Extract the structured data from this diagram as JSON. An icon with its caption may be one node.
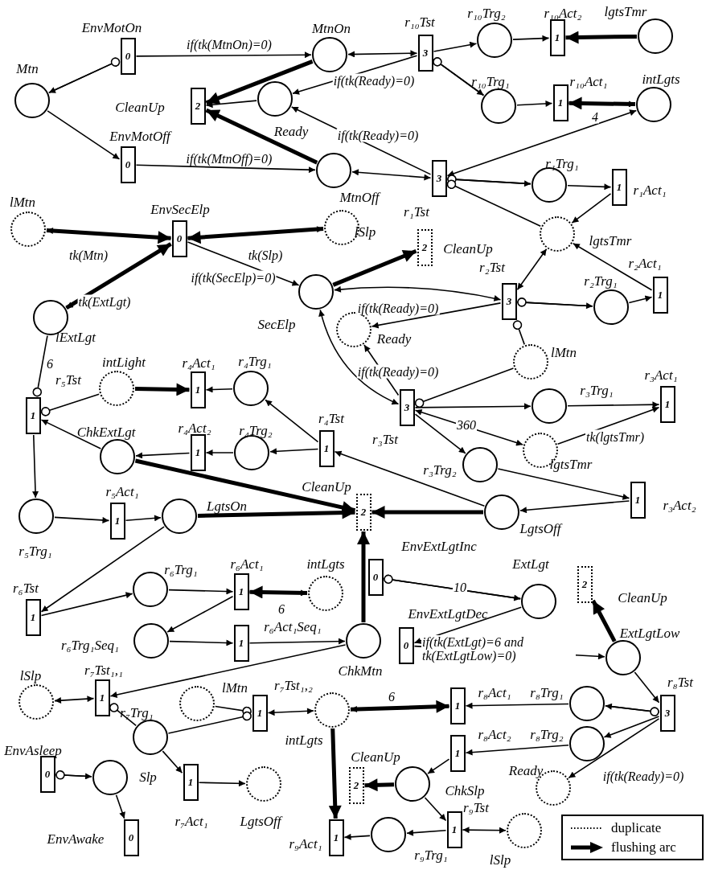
{
  "diagram": {
    "nodes": [
      {
        "text": [
          "EnvMotOn",
          "0"
        ]
      },
      {
        "text": [
          "MtnOn"
        ]
      },
      {
        "text": [
          "r₁₀Tst",
          "3"
        ]
      },
      {
        "text": [
          "r₁₀Trg₂"
        ]
      },
      {
        "text": [
          "r₁₀Act₂",
          "1"
        ]
      },
      {
        "text": [
          "lgtsTmr"
        ]
      },
      {
        "text": [
          "Mtn"
        ]
      },
      {
        "text": [
          "CleanUp",
          "2"
        ]
      },
      {
        "text": [
          "Ready"
        ]
      },
      {
        "text": [
          "r₁₀Trg₁"
        ]
      },
      {
        "text": [
          "r₁₀Act₁",
          "1"
        ]
      },
      {
        "text": [
          "intLgts"
        ]
      },
      {
        "text": [
          "EnvMotOff",
          "0"
        ]
      },
      {
        "text": [
          "MtnOff"
        ]
      },
      {
        "text": [
          "3",
          "r₁Tst"
        ]
      },
      {
        "text": [
          "r₁Trg₁"
        ]
      },
      {
        "text": [
          "1",
          "r₁Act₁"
        ]
      },
      {
        "text": [
          "lMtn"
        ]
      },
      {
        "text": [
          "EnvSecElp",
          "0"
        ]
      },
      {
        "text": [
          "lSlp"
        ]
      },
      {
        "text": [
          "2",
          "CleanUp"
        ]
      },
      {
        "text": [
          "lgtsTmr"
        ]
      },
      {
        "text": [
          "r₂Act₁",
          "1"
        ]
      },
      {
        "text": [
          "lExtLgt"
        ]
      },
      {
        "text": [
          "SecElp"
        ]
      },
      {
        "text": [
          "r₂Tst",
          "3"
        ]
      },
      {
        "text": [
          "r₂Trg₁"
        ]
      },
      {
        "text": [
          "Ready"
        ]
      },
      {
        "text": [
          "lMtn"
        ]
      },
      {
        "text": [
          "r₅Tst",
          "1"
        ]
      },
      {
        "text": [
          "intLight"
        ]
      },
      {
        "text": [
          "r₄Act₁",
          "1"
        ]
      },
      {
        "text": [
          "r₄Trg₁"
        ]
      },
      {
        "text": [
          "3",
          "r₃Tst"
        ]
      },
      {
        "text": [
          "r₃Trg₁"
        ]
      },
      {
        "text": [
          "r₃Act₁",
          "1"
        ]
      },
      {
        "text": [
          "ChkExtLgt"
        ]
      },
      {
        "text": [
          "r₄Act₂",
          "1"
        ]
      },
      {
        "text": [
          "r₄Trg₂"
        ]
      },
      {
        "text": [
          "r₄Tst",
          "1"
        ]
      },
      {
        "text": [
          "lgtsTmr"
        ]
      },
      {
        "text": [
          "r₃Trg₂"
        ]
      },
      {
        "text": [
          "1",
          "r₃Act₂"
        ]
      },
      {
        "text": [
          "r₅Trg₁"
        ]
      },
      {
        "text": [
          "r₅Act₁",
          "1"
        ]
      },
      {
        "text": [
          "LgtsOn"
        ]
      },
      {
        "text": [
          "CleanUp",
          "2"
        ]
      },
      {
        "text": [
          "LgtsOff"
        ]
      },
      {
        "text": [
          "EnvExtLgtInc",
          "0"
        ]
      },
      {
        "text": [
          "ExtLgt"
        ]
      },
      {
        "text": [
          "2",
          "CleanUp"
        ]
      },
      {
        "text": [
          "r₆Tst",
          "1"
        ]
      },
      {
        "text": [
          "r₆Trg₁"
        ]
      },
      {
        "text": [
          "r₆Act₁",
          "1"
        ]
      },
      {
        "text": [
          "intLgts"
        ]
      },
      {
        "text": [
          "EnvExtLgtDec",
          "0"
        ]
      },
      {
        "text": [
          "ExtLgtLow"
        ]
      },
      {
        "text": [
          "r₆Trg₁Seq₁"
        ]
      },
      {
        "text": [
          "1",
          "r₆Act₁Seq₁"
        ]
      },
      {
        "text": [
          "ChkMtn"
        ]
      },
      {
        "text": [
          "r₈Tst",
          "3"
        ]
      },
      {
        "text": [
          "lSlp"
        ]
      },
      {
        "text": [
          "r₇Tst₁,₁",
          "1"
        ]
      },
      {
        "text": [
          "r₇Trg₁"
        ]
      },
      {
        "text": [
          "lMtn"
        ]
      },
      {
        "text": [
          "r₇Tst₁,₂",
          "1"
        ]
      },
      {
        "text": [
          "intLgts"
        ]
      },
      {
        "text": [
          "1",
          "r₈Act₁"
        ]
      },
      {
        "text": [
          "r₈Trg₁"
        ]
      },
      {
        "text": [
          "1",
          "r₈Act₂"
        ]
      },
      {
        "text": [
          "r₈Trg₂"
        ]
      },
      {
        "text": [
          "EnvAsleep",
          "0"
        ]
      },
      {
        "text": [
          "Slp"
        ]
      },
      {
        "text": [
          "CleanUp",
          "2"
        ]
      },
      {
        "text": [
          "ChkSlp"
        ]
      },
      {
        "text": [
          "Ready"
        ]
      },
      {
        "text": [
          "1",
          "r₇Act₁"
        ]
      },
      {
        "text": [
          "LgtsOff"
        ]
      },
      {
        "text": [
          "EnvAwake",
          "0"
        ]
      },
      {
        "text": [
          "r₉Act₁",
          "1"
        ]
      },
      {
        "text": [
          "r₉Trg₁"
        ]
      },
      {
        "text": [
          "r₉Tst",
          "1"
        ]
      },
      {
        "text": [
          "lSlp"
        ]
      }
    ],
    "edges": [
      {
        "from": 0,
        "to": 6,
        "arrow": "to"
      },
      {
        "from": 6,
        "to": 0,
        "arrow": "other"
      },
      {
        "from": 0,
        "to": 1,
        "arrow": "to",
        "label": "if(tk(MtnOn)=0)"
      },
      {
        "from": 6,
        "to": 12,
        "arrow": "to"
      },
      {
        "from": 12,
        "to": 13,
        "arrow": "to",
        "label": "if(tk(MtnOff)=0)"
      },
      {
        "from": 1,
        "to": 7,
        "arrow": "to",
        "style": "thick"
      },
      {
        "from": 8,
        "to": 7,
        "arrow": "to"
      },
      {
        "from": 13,
        "to": 7,
        "arrow": "to",
        "style": "thick"
      },
      {
        "from": 1,
        "to": 2,
        "arrow": "both"
      },
      {
        "from": 2,
        "to": 8,
        "arrow": "to",
        "label": "if(tk(Ready)=0)"
      },
      {
        "from": 14,
        "to": 8,
        "arrow": "to",
        "label": "if(tk(Ready)=0)"
      },
      {
        "from": 2,
        "to": 3,
        "arrow": "to"
      },
      {
        "from": 2,
        "to": 9,
        "arrow": "to"
      },
      {
        "from": 9,
        "to": 2,
        "arrow": "other"
      },
      {
        "from": 3,
        "to": 4,
        "arrow": "to"
      },
      {
        "from": 5,
        "to": 4,
        "arrow": "to",
        "style": "thick"
      },
      {
        "from": 9,
        "to": 10,
        "arrow": "to"
      },
      {
        "from": 11,
        "to": 10,
        "arrow": "to",
        "style": "thick"
      },
      {
        "from": 10,
        "to": 11,
        "arrow": "to",
        "label": "4"
      },
      {
        "from": 11,
        "to": 14,
        "arrow": "both"
      },
      {
        "from": 13,
        "to": 14,
        "arrow": "both"
      },
      {
        "from": 14,
        "to": 15,
        "arrow": "to"
      },
      {
        "from": 15,
        "to": 14,
        "arrow": "other"
      },
      {
        "from": 21,
        "to": 14,
        "arrow": "other"
      },
      {
        "from": 15,
        "to": 16,
        "arrow": "to"
      },
      {
        "from": 16,
        "to": 21,
        "arrow": "to"
      },
      {
        "from": 22,
        "to": 21,
        "arrow": "to"
      },
      {
        "from": 21,
        "to": 25,
        "arrow": "both"
      },
      {
        "from": 17,
        "to": 18,
        "arrow": "to",
        "style": "thick"
      },
      {
        "from": 18,
        "to": 17,
        "arrow": "to",
        "label": "tk(Mtn)"
      },
      {
        "from": 19,
        "to": 18,
        "arrow": "to",
        "style": "thick"
      },
      {
        "from": 18,
        "to": 19,
        "arrow": "to",
        "label": "tk(Slp)"
      },
      {
        "from": 23,
        "to": 18,
        "arrow": "to",
        "style": "thick"
      },
      {
        "from": 18,
        "to": 23,
        "arrow": "to",
        "label": "tk(ExtLgt)"
      },
      {
        "from": 18,
        "to": 24,
        "arrow": "to",
        "label": "if(tk(SecElp)=0)"
      },
      {
        "from": 24,
        "to": 20,
        "arrow": "to",
        "style": "thick"
      },
      {
        "from": 24,
        "to": 25,
        "arrow": "both"
      },
      {
        "from": 25,
        "to": 26,
        "arrow": "to"
      },
      {
        "from": 26,
        "to": 25,
        "arrow": "other"
      },
      {
        "from": 26,
        "to": 22,
        "arrow": "to"
      },
      {
        "from": 25,
        "to": 27,
        "arrow": "to",
        "label": "if(tk(Ready)=0)"
      },
      {
        "from": 28,
        "to": 25,
        "arrow": "other"
      },
      {
        "from": 33,
        "to": 27,
        "arrow": "to",
        "label": "if(tk(Ready)=0)"
      },
      {
        "from": 24,
        "to": 33,
        "arrow": "both"
      },
      {
        "from": 28,
        "to": 33,
        "arrow": "other"
      },
      {
        "from": 33,
        "to": 34,
        "arrow": "to"
      },
      {
        "from": 34,
        "to": 35,
        "arrow": "to"
      },
      {
        "from": 40,
        "to": 35,
        "arrow": "to",
        "label": "tk(lgtsTmr)"
      },
      {
        "from": 33,
        "to": 40,
        "arrow": "both",
        "label": "360"
      },
      {
        "from": 33,
        "to": 41,
        "arrow": "to"
      },
      {
        "from": 41,
        "to": 42,
        "arrow": "to"
      },
      {
        "from": 42,
        "to": 47,
        "arrow": "to"
      },
      {
        "from": 47,
        "to": 46,
        "arrow": "to",
        "style": "thick"
      },
      {
        "from": 47,
        "to": 39,
        "arrow": "to"
      },
      {
        "from": 39,
        "to": 32,
        "arrow": "to"
      },
      {
        "from": 39,
        "to": 38,
        "arrow": "to"
      },
      {
        "from": 32,
        "to": 31,
        "arrow": "to"
      },
      {
        "from": 30,
        "to": 31,
        "arrow": "to",
        "style": "thick"
      },
      {
        "from": 38,
        "to": 37,
        "arrow": "to"
      },
      {
        "from": 37,
        "to": 36,
        "arrow": "to"
      },
      {
        "from": 36,
        "to": 29,
        "arrow": "to"
      },
      {
        "from": 36,
        "to": 46,
        "arrow": "to",
        "style": "thick"
      },
      {
        "from": 23,
        "to": 29,
        "arrow": "other",
        "label": "6"
      },
      {
        "from": 30,
        "to": 29,
        "arrow": "other"
      },
      {
        "from": 29,
        "to": 43,
        "arrow": "to"
      },
      {
        "from": 43,
        "to": 44,
        "arrow": "to"
      },
      {
        "from": 44,
        "to": 45,
        "arrow": "to"
      },
      {
        "from": 45,
        "to": 46,
        "arrow": "to",
        "style": "thick"
      },
      {
        "from": 45,
        "to": 51,
        "arrow": "to"
      },
      {
        "from": 59,
        "to": 46,
        "arrow": "to",
        "style": "thick"
      },
      {
        "from": 51,
        "to": 52,
        "arrow": "to"
      },
      {
        "from": 52,
        "to": 53,
        "arrow": "to"
      },
      {
        "from": 54,
        "to": 53,
        "arrow": "to",
        "style": "thick"
      },
      {
        "from": 53,
        "to": 54,
        "arrow": "to",
        "label": "6"
      },
      {
        "from": 53,
        "to": 57,
        "arrow": "to"
      },
      {
        "from": 57,
        "to": 58,
        "arrow": "to"
      },
      {
        "from": 58,
        "to": 59,
        "arrow": "to"
      },
      {
        "from": 59,
        "to": 62,
        "arrow": "to"
      },
      {
        "from": 61,
        "to": 62,
        "arrow": "both"
      },
      {
        "from": 63,
        "to": 62,
        "arrow": "other"
      },
      {
        "from": 64,
        "to": 65,
        "arrow": "other"
      },
      {
        "from": 63,
        "to": 65,
        "arrow": "other"
      },
      {
        "from": 65,
        "to": 66,
        "arrow": "both"
      },
      {
        "from": 63,
        "to": 76,
        "arrow": "to"
      },
      {
        "from": 76,
        "to": 77,
        "arrow": "to"
      },
      {
        "from": 66,
        "to": 79,
        "arrow": "to",
        "style": "thick"
      },
      {
        "from": 67,
        "to": 66,
        "arrow": "to",
        "label": "6"
      },
      {
        "from": 66,
        "to": 67,
        "arrow": "to",
        "style": "thick"
      },
      {
        "from": 68,
        "to": 67,
        "arrow": "to"
      },
      {
        "from": 70,
        "to": 69,
        "arrow": "to"
      },
      {
        "from": 60,
        "to": 68,
        "arrow": "to"
      },
      {
        "from": 68,
        "to": 60,
        "arrow": "other"
      },
      {
        "from": 60,
        "to": 70,
        "arrow": "to"
      },
      {
        "from": 60,
        "to": 75,
        "arrow": "to",
        "label": "if(tk(Ready)=0)"
      },
      {
        "from": 56,
        "to": 60,
        "arrow": "to"
      },
      {
        "from": 56,
        "to": 50,
        "arrow": "to",
        "style": "thick"
      },
      {
        "from": 48,
        "to": 49,
        "arrow": "to"
      },
      {
        "from": 49,
        "to": 48,
        "arrow": "other",
        "label": "10"
      },
      {
        "from": 49,
        "to": 55,
        "arrow": "to"
      },
      {
        "from": 55,
        "to": 56,
        "arrow": "to",
        "label": "if(tk(ExtLgt)=6 and tk(ExtLgtLow)=0)"
      },
      {
        "from": 69,
        "to": 74,
        "arrow": "to"
      },
      {
        "from": 74,
        "to": 73,
        "arrow": "to",
        "style": "thick"
      },
      {
        "from": 74,
        "to": 81,
        "arrow": "to"
      },
      {
        "from": 81,
        "to": 80,
        "arrow": "to"
      },
      {
        "from": 80,
        "to": 79,
        "arrow": "to"
      },
      {
        "from": 81,
        "to": 82,
        "arrow": "both"
      },
      {
        "from": 71,
        "to": 72,
        "arrow": "to"
      },
      {
        "from": 72,
        "to": 71,
        "arrow": "other"
      },
      {
        "from": 72,
        "to": 78,
        "arrow": "to"
      }
    ],
    "legend": [
      {
        "text": "duplicate"
      },
      {
        "text": "flushing arc"
      }
    ]
  }
}
